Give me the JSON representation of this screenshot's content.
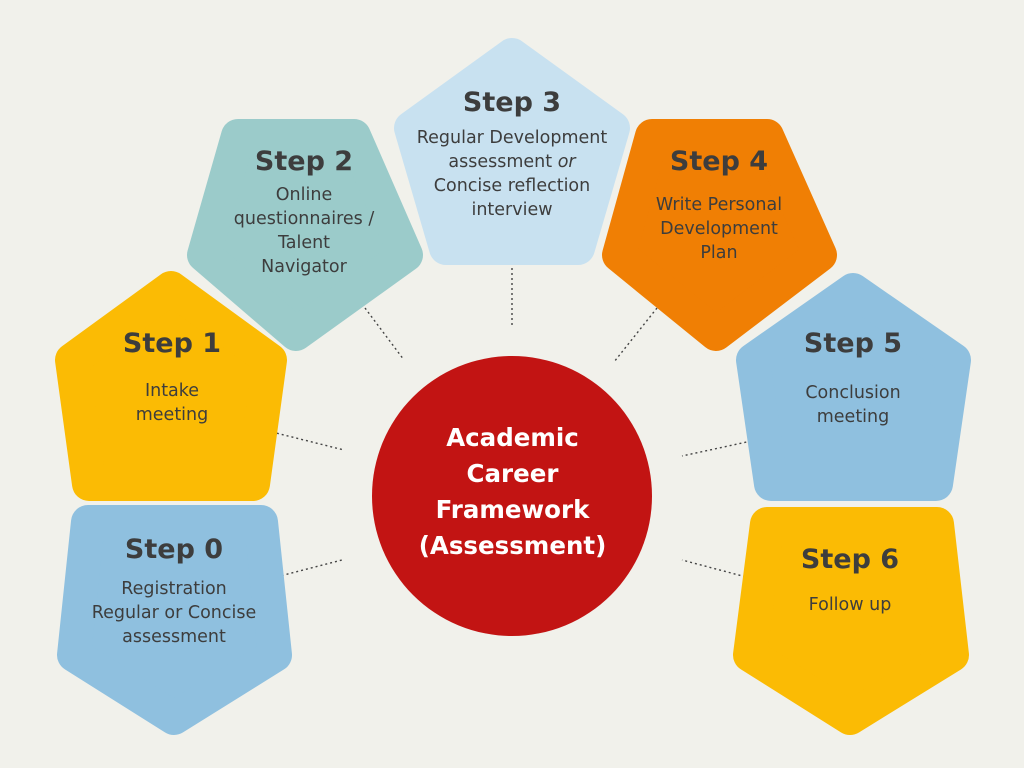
{
  "center": {
    "lines": [
      "Academic",
      "Career",
      "Framework",
      "(Assessment)"
    ],
    "color": "#c21413"
  },
  "steps": [
    {
      "title": "Step 0",
      "lines": [
        "Registration",
        "Regular or Concise",
        "assessment"
      ],
      "color": "#8fc0df"
    },
    {
      "title": "Step 1",
      "lines": [
        "Intake",
        "meeting"
      ],
      "color": "#fbbb04"
    },
    {
      "title": "Step 2",
      "lines": [
        "Online",
        "questionnaires /",
        "Talent",
        "Navigator"
      ],
      "color": "#9bcbca"
    },
    {
      "title": "Step 3",
      "lines": [
        "Regular Development",
        "assessment",
        "or",
        "Concise reflection",
        "interview"
      ],
      "color": "#c8e1f0"
    },
    {
      "title": "Step 4",
      "lines": [
        "Write Personal",
        "Development",
        "Plan"
      ],
      "color": "#f07f04"
    },
    {
      "title": "Step 5",
      "lines": [
        "Conclusion",
        "meeting"
      ],
      "color": "#8fc0df"
    },
    {
      "title": "Step 6",
      "lines": [
        "Follow up"
      ],
      "color": "#fbbb04"
    }
  ]
}
